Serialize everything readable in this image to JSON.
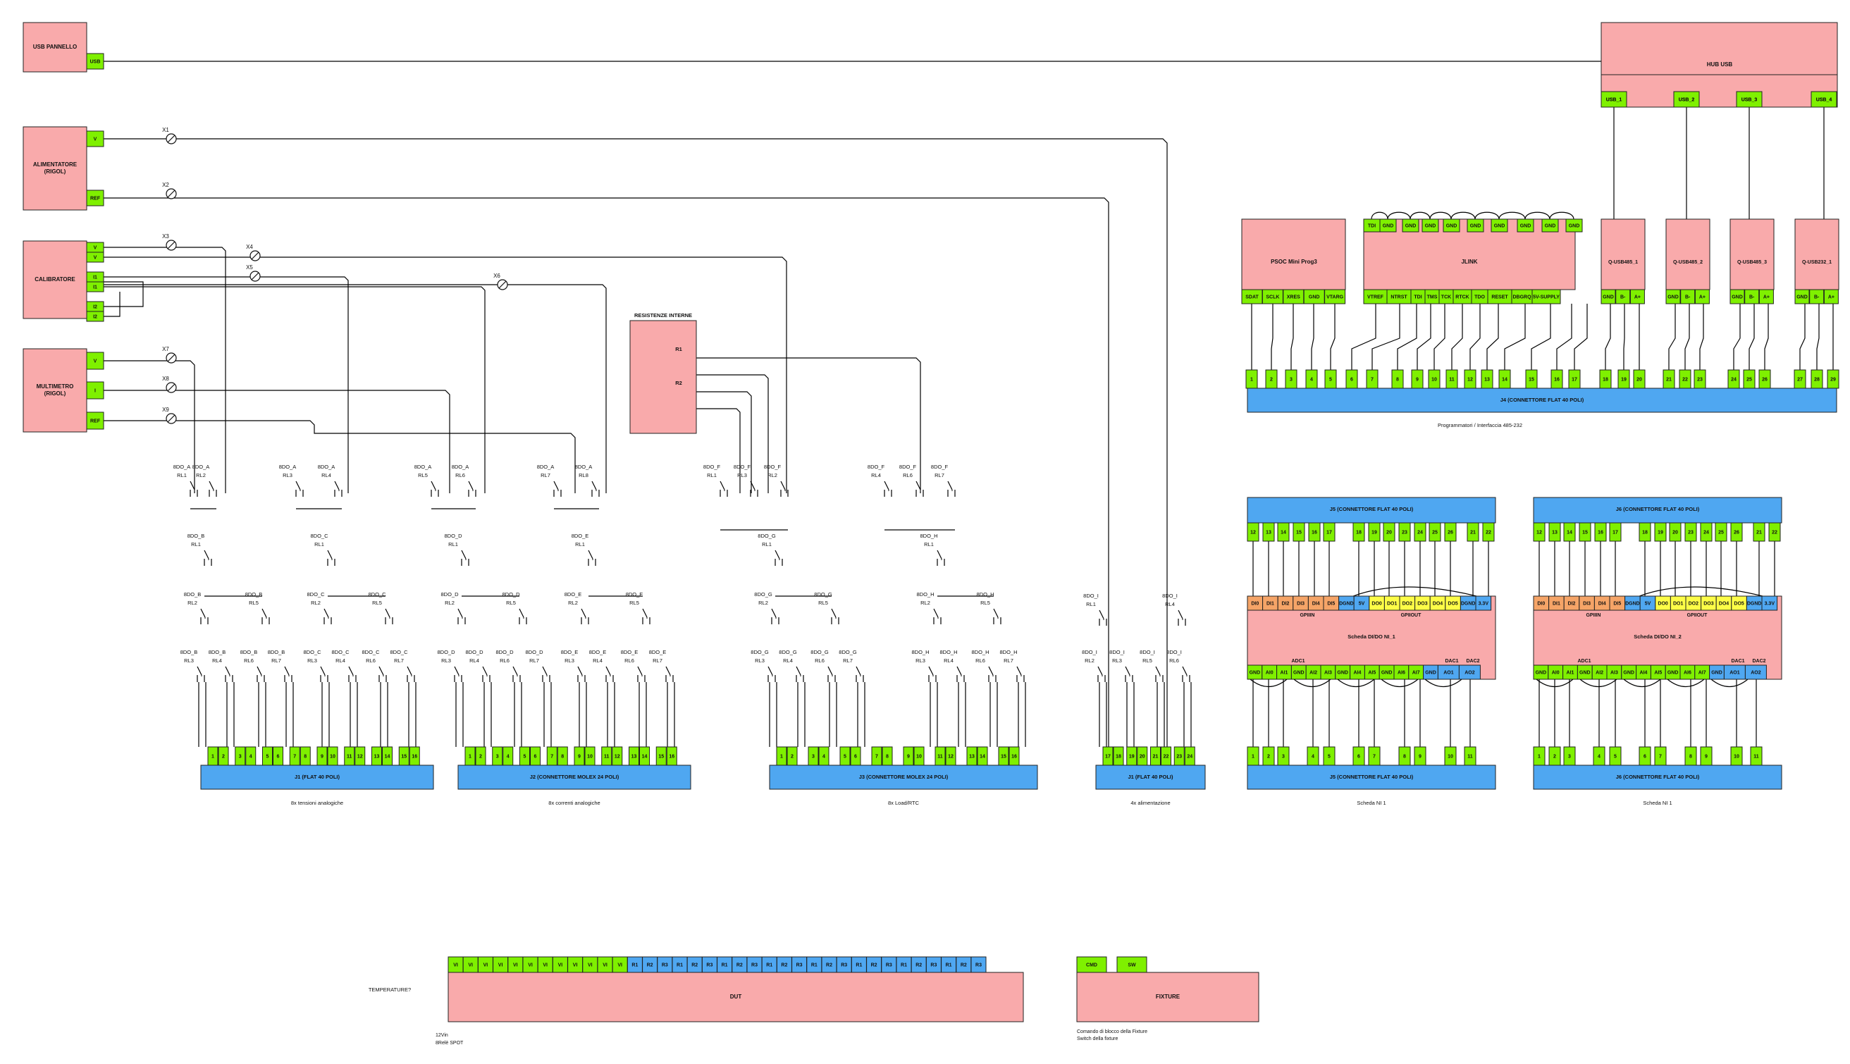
{
  "colors": {
    "block": "#f9aaab",
    "pin": "#7ff000",
    "conn": "#4fa7f1",
    "orange": "#f5a467",
    "yellow": "#fdfd47",
    "line": "#000000"
  },
  "sources": [
    {
      "label": "USB PANNELLO",
      "pins": [
        "USB"
      ]
    },
    {
      "label": "ALIMENTATORE\n(RIGOL)",
      "pins": [
        "V",
        "REF"
      ]
    },
    {
      "label": "CALIBRATORE",
      "pins": [
        "V",
        "V",
        "I1",
        "I1",
        "I2",
        "I2"
      ]
    },
    {
      "label": "MULTIMETRO\n(RIGOL)",
      "pins": [
        "V",
        "I",
        "REF"
      ]
    }
  ],
  "switches": [
    "X1",
    "X2",
    "X3",
    "X4",
    "X5",
    "X6",
    "X7",
    "X8",
    "X9"
  ],
  "resistenze": {
    "title": "RESISTENZE INTERNE",
    "r1": "R1",
    "r2": "R2"
  },
  "hub": {
    "label": "HUB USB",
    "pins": [
      "USB_1",
      "USB_2",
      "USB_3",
      "USB_4"
    ]
  },
  "psoc": {
    "label": "PSOC Mini Prog3",
    "pins": [
      "SDAT",
      "SCLK",
      "XRES",
      "GND",
      "VTARG"
    ]
  },
  "jlink": {
    "label": "JLINK",
    "top": [
      "TDI",
      "GND",
      "GND",
      "GND",
      "GND",
      "GND",
      "GND",
      "GND",
      "GND",
      "GND"
    ],
    "bottom": [
      "VTREF",
      "NTRST",
      "TDI",
      "TMS",
      "TCK",
      "RTCK",
      "TDO",
      "RESET",
      "DBGRQ",
      "5V-SUPPLY"
    ]
  },
  "qusb": [
    {
      "label": "Q-USB485_1",
      "pins": [
        "GND",
        "B-",
        "A+"
      ]
    },
    {
      "label": "Q-USB485_2",
      "pins": [
        "GND",
        "B-",
        "A+"
      ]
    },
    {
      "label": "Q-USB485_3",
      "pins": [
        "GND",
        "B-",
        "A+"
      ]
    },
    {
      "label": "Q-USB232_1",
      "pins": [
        "GND",
        "B-",
        "A+"
      ]
    }
  ],
  "j4": {
    "label": "J4 (CONNETTORE FLAT 40 POLI)",
    "pins": [
      "1",
      "2",
      "3",
      "4",
      "5",
      "6",
      "7",
      "8",
      "9",
      "10",
      "11",
      "12",
      "13",
      "14",
      "15",
      "16",
      "17",
      "18",
      "19",
      "20",
      "21",
      "22",
      "23",
      "24",
      "25",
      "26",
      "27",
      "28",
      "29"
    ],
    "caption": "Programmatori / Interfaccia 485-232"
  },
  "boards": [
    {
      "top_conn": "J5 (CONNETTORE FLAT 40 POLI)",
      "top_pins": [
        "12",
        "13",
        "14",
        "15",
        "16",
        "17",
        "18",
        "19",
        "20",
        "21",
        "22",
        "23",
        "24",
        "25",
        "26",
        "21",
        "22"
      ],
      "io": [
        "DI0",
        "DI1",
        "DI2",
        "DI3",
        "DI4",
        "DI5",
        "DGND",
        "5V",
        "DO0",
        "DO1",
        "DO2",
        "DO3",
        "DO4",
        "DO5",
        "DGND",
        "3.3V"
      ],
      "gpiin": "GPIIIN",
      "gpiout": "GPIIOUT",
      "name": "Scheda DI/DO NI_1",
      "adc": "ADC1",
      "dac1": "DAC1",
      "dac2": "DAC2",
      "analog": [
        "GND",
        "AI0",
        "AI1",
        "GND",
        "AI2",
        "AI3",
        "GND",
        "AI4",
        "AI5",
        "GND",
        "AI6",
        "AI7",
        "GND",
        "AO1",
        "AO2"
      ],
      "bot_pins": [
        "1",
        "2",
        "3",
        "4",
        "5",
        "6",
        "7",
        "8",
        "9",
        "10",
        "11"
      ],
      "bot_conn": "J5 (CONNETTORE FLAT 40 POLI)",
      "caption": "Scheda NI 1"
    },
    {
      "top_conn": "J6 (CONNETTORE FLAT 40 POLI)",
      "top_pins": [
        "12",
        "13",
        "14",
        "15",
        "16",
        "17",
        "18",
        "19",
        "20",
        "21",
        "22",
        "23",
        "24",
        "25",
        "26",
        "21",
        "22"
      ],
      "io": [
        "DI0",
        "DI1",
        "DI2",
        "DI3",
        "DI4",
        "DI5",
        "DGND",
        "5V",
        "DO0",
        "DO1",
        "DO2",
        "DO3",
        "DO4",
        "DO5",
        "DGND",
        "3.3V"
      ],
      "gpiin": "GPIIIN",
      "gpiout": "GPIIOUT",
      "name": "Scheda DI/DO NI_2",
      "adc": "ADC1",
      "dac1": "DAC1",
      "dac2": "DAC2",
      "analog": [
        "GND",
        "AI0",
        "AI1",
        "GND",
        "AI2",
        "AI3",
        "GND",
        "AI4",
        "AI5",
        "GND",
        "AI6",
        "AI7",
        "GND",
        "AO1",
        "AO2"
      ],
      "bot_pins": [
        "1",
        "2",
        "3",
        "4",
        "5",
        "6",
        "7",
        "8",
        "9",
        "10",
        "11"
      ],
      "bot_conn": "J6 (CONNETTORE FLAT 40 POLI)",
      "caption": "Scheda NI 1"
    }
  ],
  "relay_groups": [
    {
      "top": [
        [
          "8DO_A",
          "RL1"
        ],
        [
          "8DO_A",
          "RL2"
        ],
        [
          "8DO_A",
          "RL3"
        ],
        [
          "8DO_A",
          "RL4"
        ],
        [
          "8DO_A",
          "RL5"
        ],
        [
          "8DO_A",
          "RL6"
        ],
        [
          "8DO_A",
          "RL7"
        ],
        [
          "8DO_A",
          "RL8"
        ]
      ],
      "mid": [
        [
          "8DO_B",
          "RL1"
        ],
        [
          "8DO_C",
          "RL1"
        ],
        [
          "8DO_D",
          "RL1"
        ],
        [
          "8DO_E",
          "RL1"
        ]
      ],
      "low": [
        [
          "8DO_B",
          "RL2"
        ],
        [
          "8DO_B",
          "RL5"
        ],
        [
          "8DO_C",
          "RL2"
        ],
        [
          "8DO_C",
          "RL5"
        ],
        [
          "8DO_D",
          "RL2"
        ],
        [
          "8DO_D",
          "RL5"
        ],
        [
          "8DO_E",
          "RL2"
        ],
        [
          "8DO_E",
          "RL5"
        ]
      ],
      "bottom": [
        [
          "8DO_B",
          "RL3"
        ],
        [
          "8DO_B",
          "RL4"
        ],
        [
          "8DO_B",
          "RL6"
        ],
        [
          "8DO_B",
          "RL7"
        ],
        [
          "8DO_C",
          "RL3"
        ],
        [
          "8DO_C",
          "RL4"
        ],
        [
          "8DO_C",
          "RL6"
        ],
        [
          "8DO_C",
          "RL7"
        ],
        [
          "8DO_D",
          "RL3"
        ],
        [
          "8DO_D",
          "RL4"
        ],
        [
          "8DO_D",
          "RL6"
        ],
        [
          "8DO_D",
          "RL7"
        ],
        [
          "8DO_E",
          "RL3"
        ],
        [
          "8DO_E",
          "RL4"
        ],
        [
          "8DO_E",
          "RL6"
        ],
        [
          "8DO_E",
          "RL7"
        ]
      ]
    },
    {
      "top": [
        [
          "8DO_F",
          "RL1"
        ],
        [
          "8DO_F",
          "RL2"
        ],
        [
          "8DO_F",
          "RL3"
        ],
        [
          "8DO_F",
          "RL4"
        ],
        [
          "8DO_F",
          "RL6"
        ],
        [
          "8DO_F",
          "RL7"
        ]
      ],
      "mid": [
        [
          "8DO_G",
          "RL1"
        ],
        [
          "8DO_H",
          "RL1"
        ]
      ],
      "low": [
        [
          "8DO_G",
          "RL2"
        ],
        [
          "8DO_G",
          "RL5"
        ],
        [
          "8DO_H",
          "RL2"
        ],
        [
          "8DO_H",
          "RL5"
        ]
      ],
      "bottom": [
        [
          "8DO_G",
          "RL3"
        ],
        [
          "8DO_G",
          "RL4"
        ],
        [
          "8DO_G",
          "RL6"
        ],
        [
          "8DO_G",
          "RL7"
        ],
        [
          "8DO_H",
          "RL3"
        ],
        [
          "8DO_H",
          "RL4"
        ],
        [
          "8DO_H",
          "RL6"
        ],
        [
          "8DO_H",
          "RL7"
        ]
      ]
    },
    {
      "top": [
        [
          "8DO_I",
          "RL1"
        ],
        [
          "8DO_I",
          "RL4"
        ]
      ],
      "bottom": [
        [
          "8DO_I",
          "RL2"
        ],
        [
          "8DO_I",
          "RL3"
        ],
        [
          "8DO_I",
          "RL5"
        ],
        [
          "8DO_I",
          "RL6"
        ]
      ]
    }
  ],
  "bottom_connectors": [
    {
      "label": "J1 (FLAT 40 POLI)",
      "pins": [
        "1",
        "2",
        "3",
        "4",
        "5",
        "6",
        "7",
        "8",
        "9",
        "10",
        "11",
        "12",
        "13",
        "14",
        "15",
        "16"
      ],
      "caption": "8x tensioni analogiche"
    },
    {
      "label": "J2 (CONNETTORE MOLEX 24 POLI)",
      "pins": [
        "1",
        "2",
        "3",
        "4",
        "5",
        "6",
        "7",
        "8",
        "9",
        "10",
        "11",
        "12",
        "13",
        "14",
        "15",
        "16"
      ],
      "caption": "8x correnti analogiche"
    },
    {
      "label": "J3 (CONNETTORE MOLEX 24 POLI)",
      "pins": [
        "1",
        "2",
        "3",
        "4",
        "5",
        "6",
        "7",
        "8",
        "9",
        "10",
        "11",
        "12",
        "13",
        "14",
        "15",
        "16"
      ],
      "caption": "8x Load/RTC"
    },
    {
      "label": "J1 (FLAT 40 POLI)",
      "pins": [
        "17",
        "18",
        "19",
        "20",
        "21",
        "22",
        "23",
        "24"
      ],
      "caption": "4x alimentazione"
    }
  ],
  "dut": {
    "label": "DUT",
    "vi": [
      "VI",
      "VI",
      "VI",
      "VI",
      "VI",
      "VI",
      "VI",
      "VI",
      "VI",
      "VI",
      "VI",
      "VI"
    ],
    "r": [
      "R1",
      "R2",
      "R3",
      "R1",
      "R2",
      "R3",
      "R1",
      "R2",
      "R3",
      "R1",
      "R2",
      "R3",
      "R1",
      "R2",
      "R3",
      "R1",
      "R2",
      "R3",
      "R1",
      "R2",
      "R3",
      "R1",
      "R2",
      "R3"
    ],
    "note1": "12Vin",
    "note2": "8Relè SPOT"
  },
  "temperature": "TEMPERATURE?",
  "fixture": {
    "label": "FIXTURE",
    "pins": [
      "CMD",
      "SW"
    ],
    "note1": "Comando di blocco della Fixture",
    "note2": "Switch della fixture"
  }
}
